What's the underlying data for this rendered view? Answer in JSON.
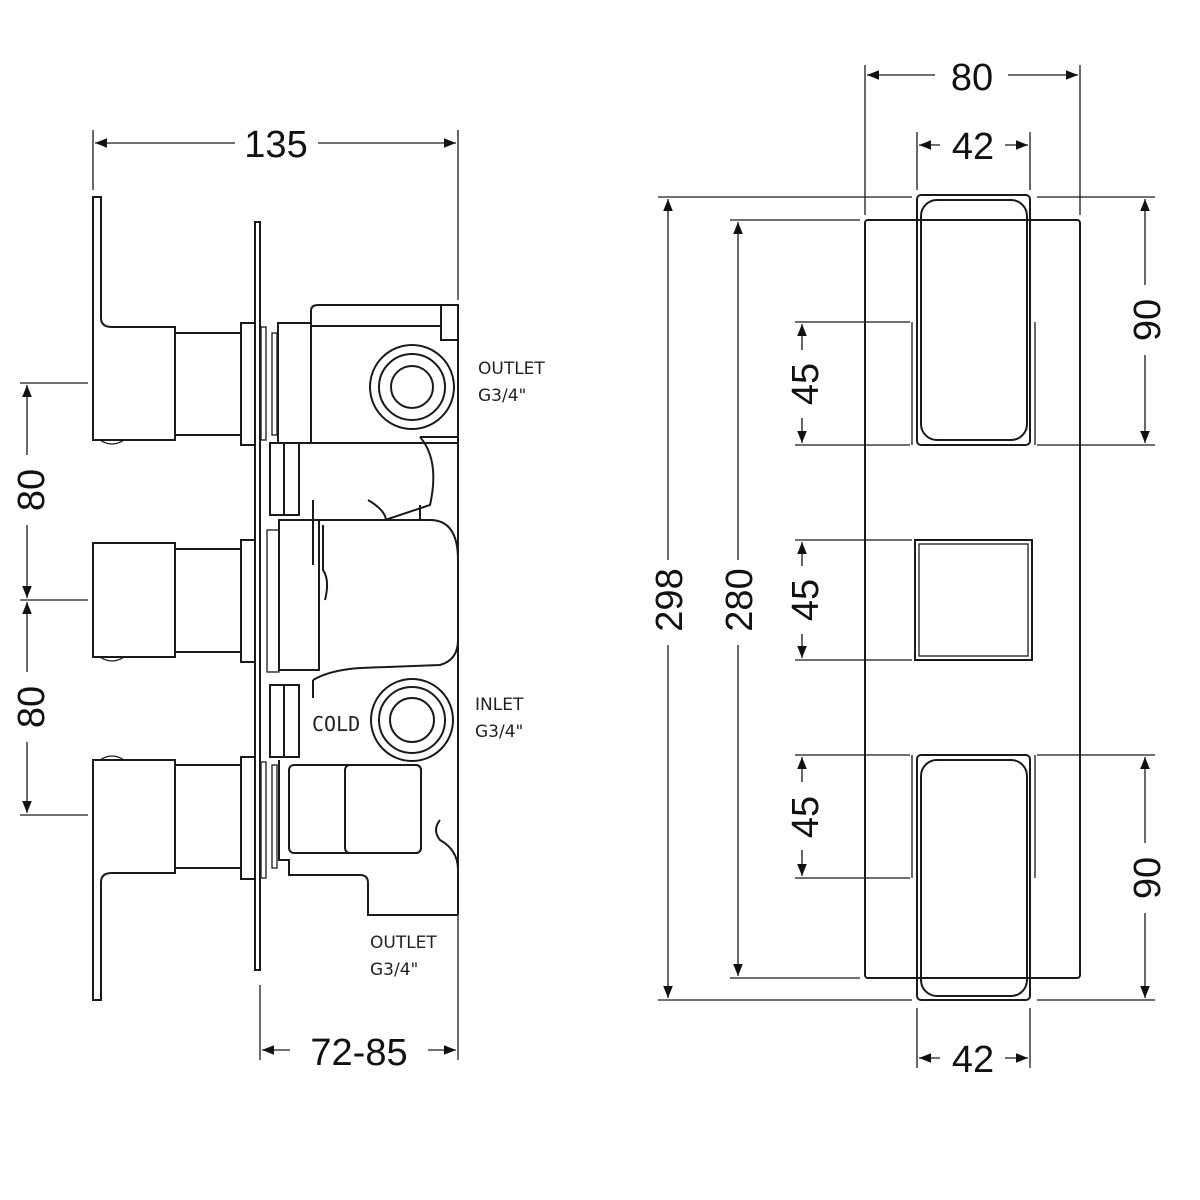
{
  "side_view": {
    "dim_width": "135",
    "dim_spacing_upper": "80",
    "dim_spacing_lower": "80",
    "dim_depth": "72-85",
    "outlet_top": {
      "name": "OUTLET",
      "thread": "G3/4\""
    },
    "inlet": {
      "name": "INLET",
      "thread": "G3/4\""
    },
    "outlet_bottom": {
      "name": "OUTLET",
      "thread": "G3/4\""
    },
    "cold_label": "COLD"
  },
  "front_view": {
    "dim_plate_width": "80",
    "dim_handle_width_top": "42",
    "dim_handle_width_bottom": "42",
    "dim_overall_height": "298",
    "dim_plate_height": "280",
    "dim_top_handle_offset": "45",
    "dim_middle_square": "45",
    "dim_bottom_handle_offset": "45",
    "dim_top_handle_height": "90",
    "dim_bottom_handle_height": "90"
  }
}
